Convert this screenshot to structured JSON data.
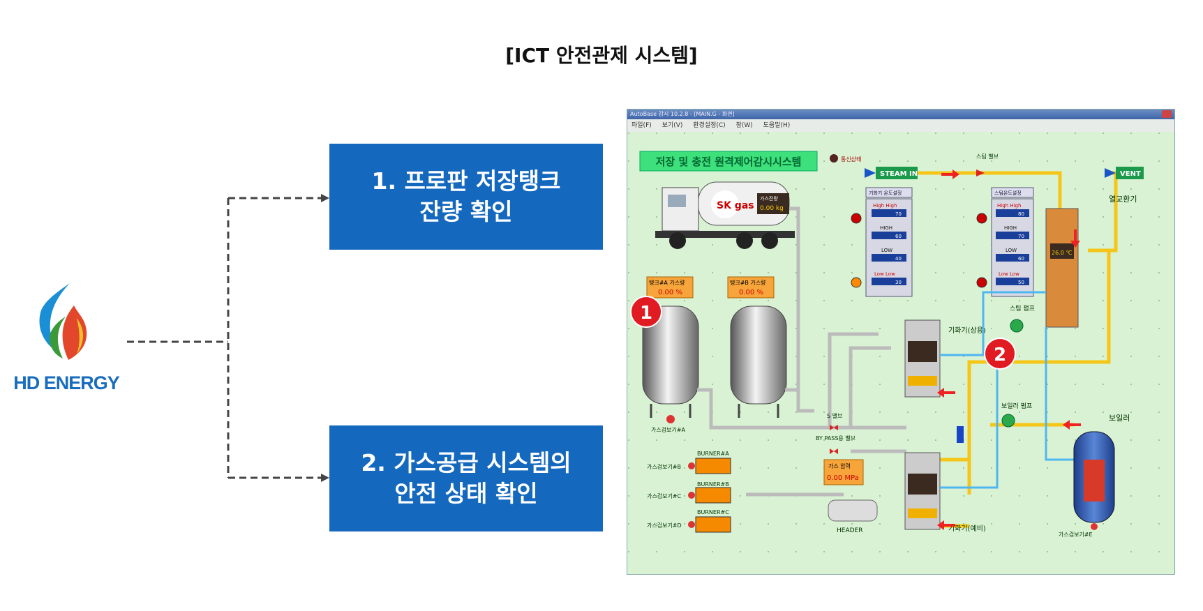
{
  "page": {
    "title": "[ICT 안전관제 시스템]"
  },
  "logo": {
    "text": "HD ENERGY"
  },
  "boxes": [
    {
      "lines": [
        "1. 프로판 저장탱크",
        "잔량 확인"
      ]
    },
    {
      "lines": [
        "2. 가스공급 시스템의",
        "안전 상태 확인"
      ]
    }
  ],
  "hmi": {
    "window_title": "AutoBase 감시 10.2.8 - [MAIN.G - 화면]",
    "menu": [
      "파일(F)",
      "보기(V)",
      "환경설정(C)",
      "창(W)",
      "도움말(H)"
    ],
    "system_title": "저장 및 충전 원격제어감시시스템",
    "comm_status": "통신상태",
    "steam_in": "STEAM IN",
    "vent": "VENT",
    "steam_valve": "스팀 밸브",
    "heat_exchanger": "열교환기",
    "gas_remaining_label": "가스잔량",
    "gas_remaining_value": "0.00 kg",
    "tank_a_label": "탱크#A 가스량",
    "tank_a_value": "0.00 %",
    "tank_b_label": "탱크#B 가스량",
    "tank_b_value": "0.00 %",
    "vaporizer_temp_panel": "기화기 온도설정",
    "steam_temp_panel": "스팀온도설정",
    "levels": [
      "High High",
      "HIGH",
      "LOW",
      "Low Low"
    ],
    "level_values_left": [
      "70",
      "60",
      "40",
      "30"
    ],
    "level_values_right": [
      "80",
      "70",
      "60",
      "50"
    ],
    "vaporizer_main": "기화기(상용)",
    "vaporizer_spare": "기화기(예비)",
    "steam_pump": "스팀 펌프",
    "boiler_pump": "보일러 펌프",
    "boiler": "보일러",
    "burner_a": "BURNER#A",
    "burner_b": "BURNER#B",
    "burner_c": "BURNER#C",
    "gas_detector_a": "가스검보기#A",
    "gas_detector_b": "가스검보기#B",
    "gas_detector_c": "가스검보기#C",
    "gas_detector_d": "가스검보기#D",
    "gas_detector_e": "가스검보기#E",
    "s_valve": "S 밸브",
    "bypass_valve": "BY PASS용 밸브",
    "gas_pressure_label": "가스 압력",
    "gas_pressure_value": "0.00 MPa",
    "header": "HEADER",
    "heat_temp": "26.0 ℃",
    "sk_logo": "SK gas",
    "callout_1": "1",
    "callout_2": "2"
  }
}
